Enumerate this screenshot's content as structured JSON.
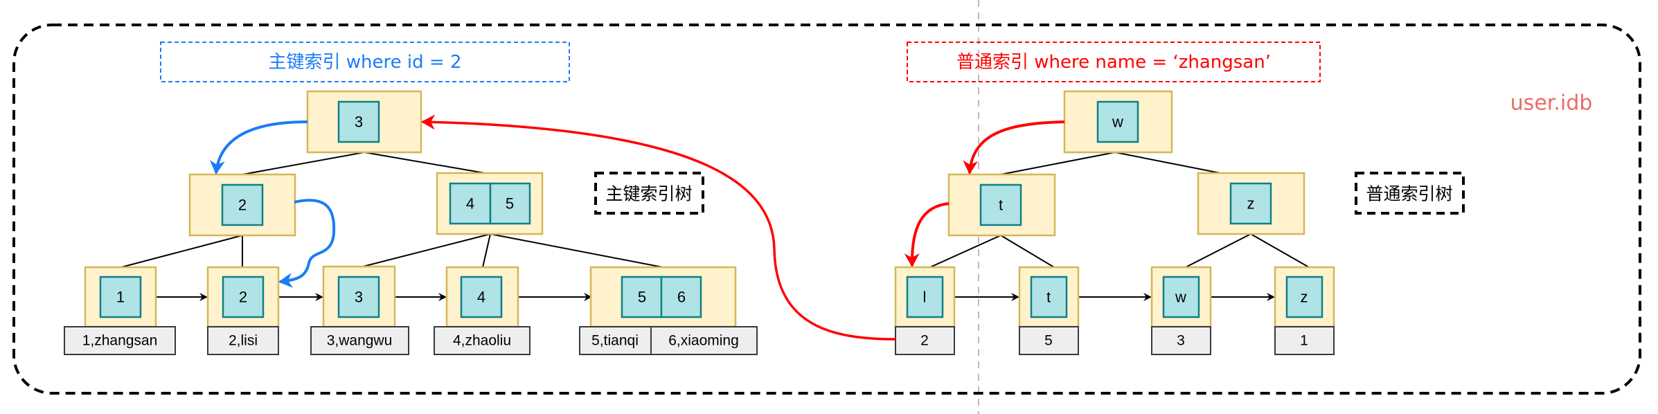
{
  "diagram": {
    "file_label": "user.idb",
    "colors": {
      "primary_path": "#1a7cf5",
      "secondary_path": "#ff0000",
      "file_label": "#ea6b66",
      "node_fill": "#fff2cc",
      "node_stroke": "#d6b656",
      "key_fill": "#b0e3e6",
      "key_stroke": "#0e8088",
      "data_fill": "#eeeeee"
    },
    "primary_index": {
      "query_title": "主键索引 where id = 2",
      "tree_label": "主键索引树",
      "root": {
        "keys": [
          "3"
        ]
      },
      "internal": [
        {
          "keys": [
            "2"
          ]
        },
        {
          "keys": [
            "4",
            "5"
          ]
        }
      ],
      "leaves": [
        {
          "keys": [
            "1"
          ],
          "rows": [
            "1,zhangsan"
          ]
        },
        {
          "keys": [
            "2"
          ],
          "rows": [
            "2,lisi"
          ]
        },
        {
          "keys": [
            "3"
          ],
          "rows": [
            "3,wangwu"
          ]
        },
        {
          "keys": [
            "4"
          ],
          "rows": [
            "4,zhaoliu"
          ]
        },
        {
          "keys": [
            "5",
            "6"
          ],
          "rows": [
            "5,tianqi",
            "6,xiaoming"
          ]
        }
      ]
    },
    "secondary_index": {
      "query_title": "普通索引 where name = ‘zhangsan’",
      "tree_label": "普通索引树",
      "root": {
        "keys": [
          "w"
        ]
      },
      "internal": [
        {
          "keys": [
            "t"
          ]
        },
        {
          "keys": [
            "z"
          ]
        }
      ],
      "leaves": [
        {
          "keys": [
            "l"
          ],
          "pk": "2"
        },
        {
          "keys": [
            "t"
          ],
          "pk": "5"
        },
        {
          "keys": [
            "w"
          ],
          "pk": "3"
        },
        {
          "keys": [
            "z"
          ],
          "pk": "1"
        }
      ]
    }
  }
}
